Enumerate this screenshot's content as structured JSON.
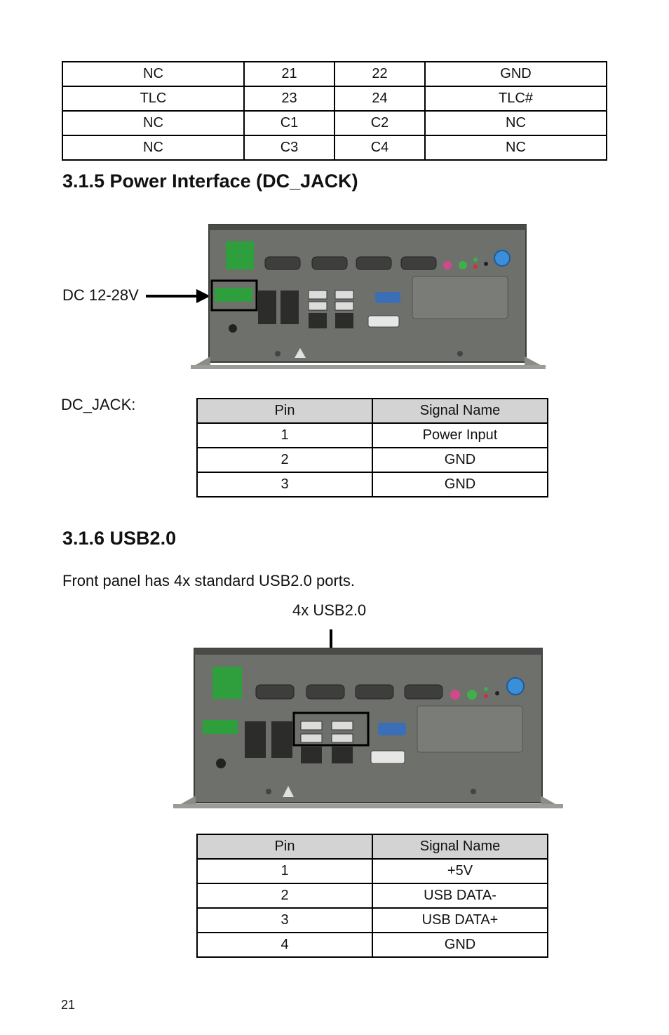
{
  "top_table": {
    "rows": [
      [
        "NC",
        "21",
        "22",
        "GND"
      ],
      [
        "TLC",
        "23",
        "24",
        "TLC#"
      ],
      [
        "NC",
        "C1",
        "C2",
        "NC"
      ],
      [
        "NC",
        "C3",
        "C4",
        "NC"
      ]
    ]
  },
  "section_power": {
    "heading": "3.1.5 Power Interface (DC_JACK)",
    "callout": "DC 12-28V",
    "table_caption": "DC_JACK:",
    "table": {
      "headers": [
        "Pin",
        "Signal Name"
      ],
      "rows": [
        [
          "1",
          "Power Input"
        ],
        [
          "2",
          "GND"
        ],
        [
          "3",
          "GND"
        ]
      ]
    }
  },
  "section_usb": {
    "heading": "3.1.6 USB2.0",
    "description": "Front panel has 4x standard USB2.0 ports.",
    "callout": "4x USB2.0",
    "table": {
      "headers": [
        "Pin",
        "Signal Name"
      ],
      "rows": [
        [
          "1",
          "+5V"
        ],
        [
          "2",
          "USB DATA-"
        ],
        [
          "3",
          "USB DATA+"
        ],
        [
          "4",
          "GND"
        ]
      ]
    }
  },
  "page_number": "21",
  "colors": {
    "table_header_bg": "#d3d3d3",
    "panel_body": "#6e706c",
    "terminal_green": "#2f9e3c",
    "power_button_blue": "#3a8fd8"
  }
}
